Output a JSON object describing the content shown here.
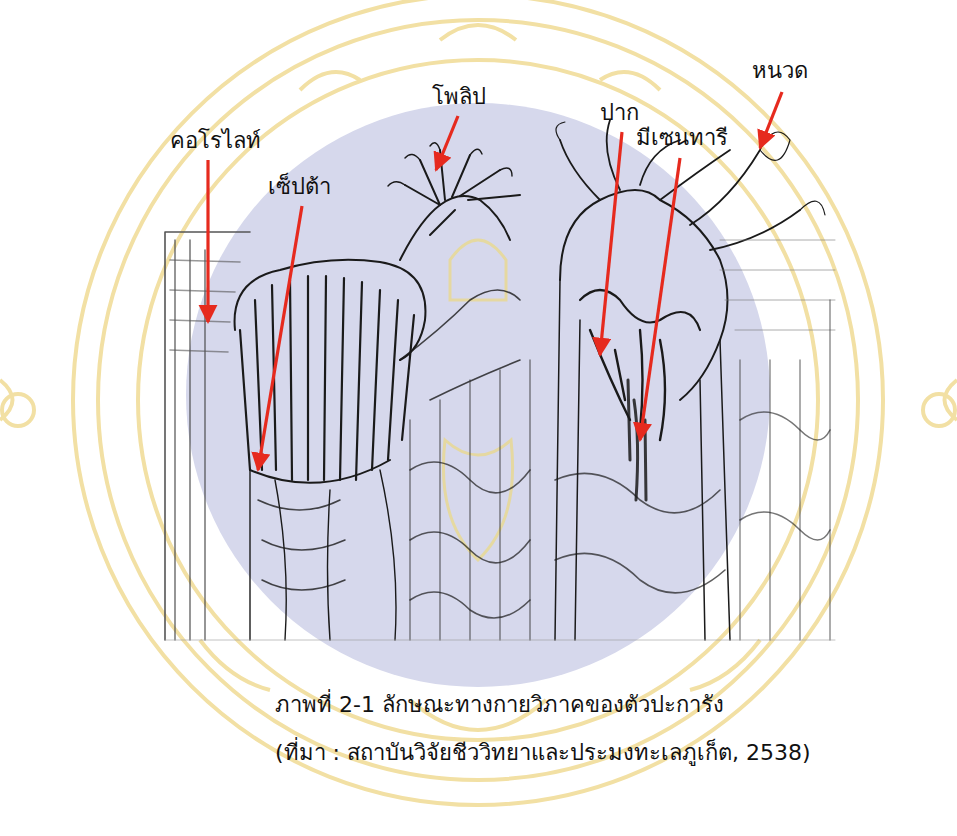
{
  "diagram": {
    "caption": "ภาพที่ 2-1 ลักษณะทางกายวิภาคของตัวปะการัง",
    "labels": [
      "หนวด",
      "โพลิป",
      "ปาก",
      "มีเซนทารี",
      "คอโรไลท์",
      "เซ็ปต้า",
      "(ที่มา : สถาบันวิจัยชีววิทยาและประมงทะเลภูเก็ต, 2538)"
    ]
  }
}
